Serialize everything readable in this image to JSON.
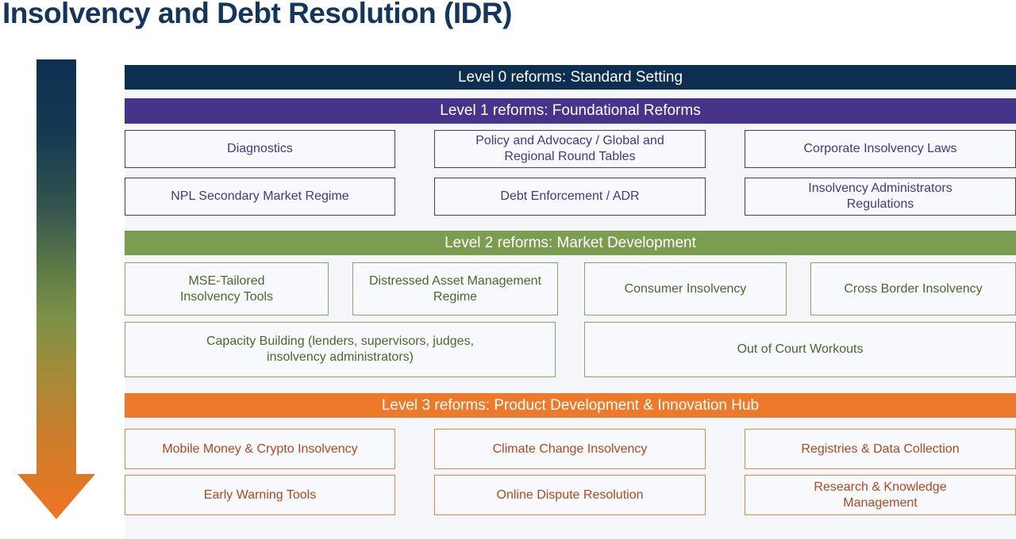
{
  "title": "Insolvency and Debt Resolution (IDR)",
  "colors": {
    "title_text": "#14365c",
    "level0_bar": "#0b2e51",
    "level1_bar": "#46338a",
    "level2_bar": "#7b9d50",
    "level3_bar": "#ed7a2b",
    "level1_box_border": "#46388a",
    "level1_box_text": "#453784",
    "level2_box_border": "#8ba463",
    "level2_box_text": "#4e662b",
    "level3_box_border": "#e9873f",
    "level3_box_text": "#b3471b",
    "content_background": "#f4f6f9",
    "arrow_gradient": [
      "#0d3051",
      "#35544e",
      "#7c9147",
      "#ee7522"
    ]
  },
  "levels": [
    {
      "header": "Level 0 reforms: Standard Setting",
      "items": []
    },
    {
      "header": "Level 1 reforms: Foundational Reforms",
      "items": [
        "Diagnostics",
        "Policy and Advocacy / Global and\nRegional Round Tables",
        "Corporate Insolvency Laws",
        "NPL Secondary Market Regime",
        "Debt Enforcement / ADR",
        "Insolvency Administrators\nRegulations"
      ]
    },
    {
      "header": "Level 2 reforms: Market Development",
      "items": [
        "MSE-Tailored\nInsolvency Tools",
        "Distressed Asset Management\nRegime",
        "Consumer Insolvency",
        "Cross Border Insolvency",
        "Capacity Building (lenders, supervisors, judges,\ninsolvency administrators)",
        "Out of Court Workouts"
      ]
    },
    {
      "header": "Level 3 reforms: Product Development & Innovation Hub",
      "items": [
        "Mobile Money & Crypto Insolvency",
        "Climate Change Insolvency",
        "Registries & Data Collection",
        "Early Warning Tools",
        "Online Dispute Resolution",
        "Research & Knowledge\nManagement"
      ]
    }
  ],
  "arrow": {
    "name": "gradient-flow-arrow",
    "direction": "down"
  }
}
